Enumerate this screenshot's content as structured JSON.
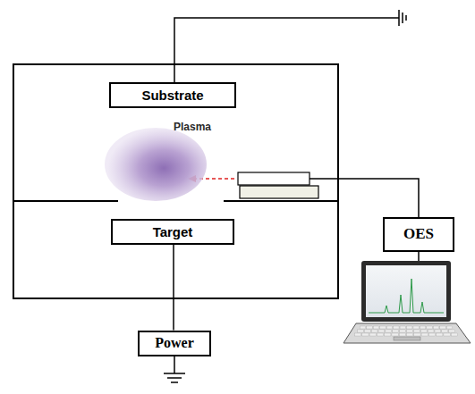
{
  "diagram": {
    "nodes": [
      {
        "text": [
          "Substrate"
        ]
      },
      {
        "text": [
          "Plasma"
        ]
      },
      {
        "text": [
          "Target"
        ]
      },
      {
        "text": [
          "OES"
        ]
      },
      {
        "text": [
          "Power"
        ]
      }
    ],
    "edges": [
      {
        "from": 2,
        "to": 4,
        "arrow": "none"
      }
    ]
  }
}
